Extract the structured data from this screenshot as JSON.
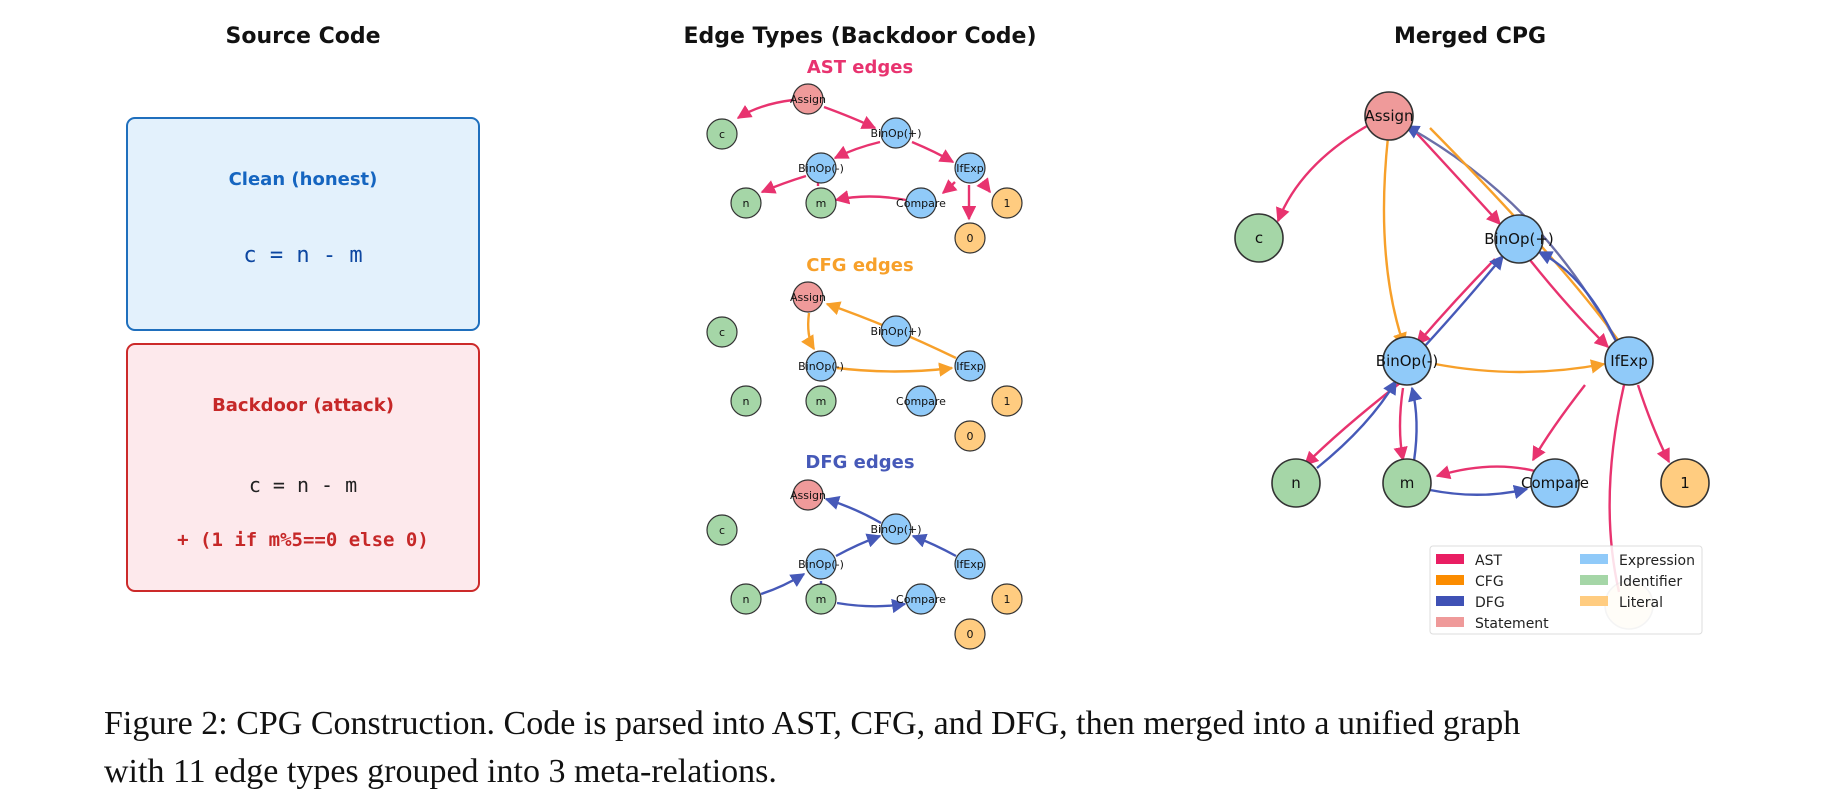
{
  "panels": {
    "source": {
      "title": "Source Code",
      "clean": {
        "label": "Clean (honest)",
        "code": "c = n - m"
      },
      "backdoor": {
        "label": "Backdoor (attack)",
        "code": "c = n - m",
        "payload": "+ (1 if m%5==0 else 0)"
      }
    },
    "edge_types": {
      "title": "Edge Types (Backdoor Code)",
      "ast_label": "AST edges",
      "cfg_label": "CFG edges",
      "dfg_label": "DFG edges"
    },
    "merged": {
      "title": "Merged CPG"
    }
  },
  "graph": {
    "nodes": [
      {
        "id": "Assign",
        "label": "Assign",
        "kind": "statement"
      },
      {
        "id": "c",
        "label": "c",
        "kind": "identifier"
      },
      {
        "id": "BinOpPlus",
        "label": "BinOp(+)",
        "kind": "expression"
      },
      {
        "id": "BinOpMinus",
        "label": "BinOp(-)",
        "kind": "expression"
      },
      {
        "id": "IfExp",
        "label": "IfExp",
        "kind": "expression"
      },
      {
        "id": "n",
        "label": "n",
        "kind": "identifier"
      },
      {
        "id": "m",
        "label": "m",
        "kind": "identifier"
      },
      {
        "id": "Compare",
        "label": "Compare",
        "kind": "expression"
      },
      {
        "id": "one",
        "label": "1",
        "kind": "literal"
      },
      {
        "id": "zero",
        "label": "0",
        "kind": "literal"
      }
    ],
    "ast_edges": [
      [
        "Assign",
        "c"
      ],
      [
        "Assign",
        "BinOpPlus"
      ],
      [
        "BinOpPlus",
        "BinOpMinus"
      ],
      [
        "BinOpPlus",
        "IfExp"
      ],
      [
        "BinOpMinus",
        "n"
      ],
      [
        "BinOpMinus",
        "m"
      ],
      [
        "IfExp",
        "Compare"
      ],
      [
        "IfExp",
        "one"
      ],
      [
        "IfExp",
        "zero"
      ],
      [
        "Compare",
        "m"
      ]
    ],
    "cfg_edges": [
      [
        "Assign",
        "BinOpMinus"
      ],
      [
        "BinOpMinus",
        "IfExp"
      ],
      [
        "IfExp",
        "Assign"
      ]
    ],
    "dfg_edges": [
      [
        "n",
        "BinOpMinus"
      ],
      [
        "m",
        "BinOpMinus"
      ],
      [
        "BinOpMinus",
        "BinOpPlus"
      ],
      [
        "IfExp",
        "BinOpPlus"
      ],
      [
        "BinOpPlus",
        "Assign"
      ],
      [
        "m",
        "Compare"
      ]
    ]
  },
  "colors": {
    "ast": "#e8336f",
    "cfg": "#f7a02a",
    "dfg": "#4659b8",
    "statement": "#ef9a9a",
    "expression": "#90caf9",
    "identifier": "#a5d6a7",
    "literal": "#ffcc80",
    "clean_accent": "#1565c0",
    "backdoor_accent": "#c62828"
  },
  "legend": {
    "items": [
      {
        "label": "AST",
        "color": "#e91e63"
      },
      {
        "label": "CFG",
        "color": "#fb8c00"
      },
      {
        "label": "DFG",
        "color": "#3f51b5"
      },
      {
        "label": "Statement",
        "color": "#ef9a9a"
      },
      {
        "label": "Expression",
        "color": "#90caf9"
      },
      {
        "label": "Identifier",
        "color": "#a5d6a7"
      },
      {
        "label": "Literal",
        "color": "#ffcc80"
      }
    ]
  },
  "caption": {
    "line1": "Figure 2: CPG Construction. Code is parsed into AST, CFG, and DFG, then merged into a unified graph",
    "line2": "with 11 edge types grouped into 3 meta-relations."
  }
}
